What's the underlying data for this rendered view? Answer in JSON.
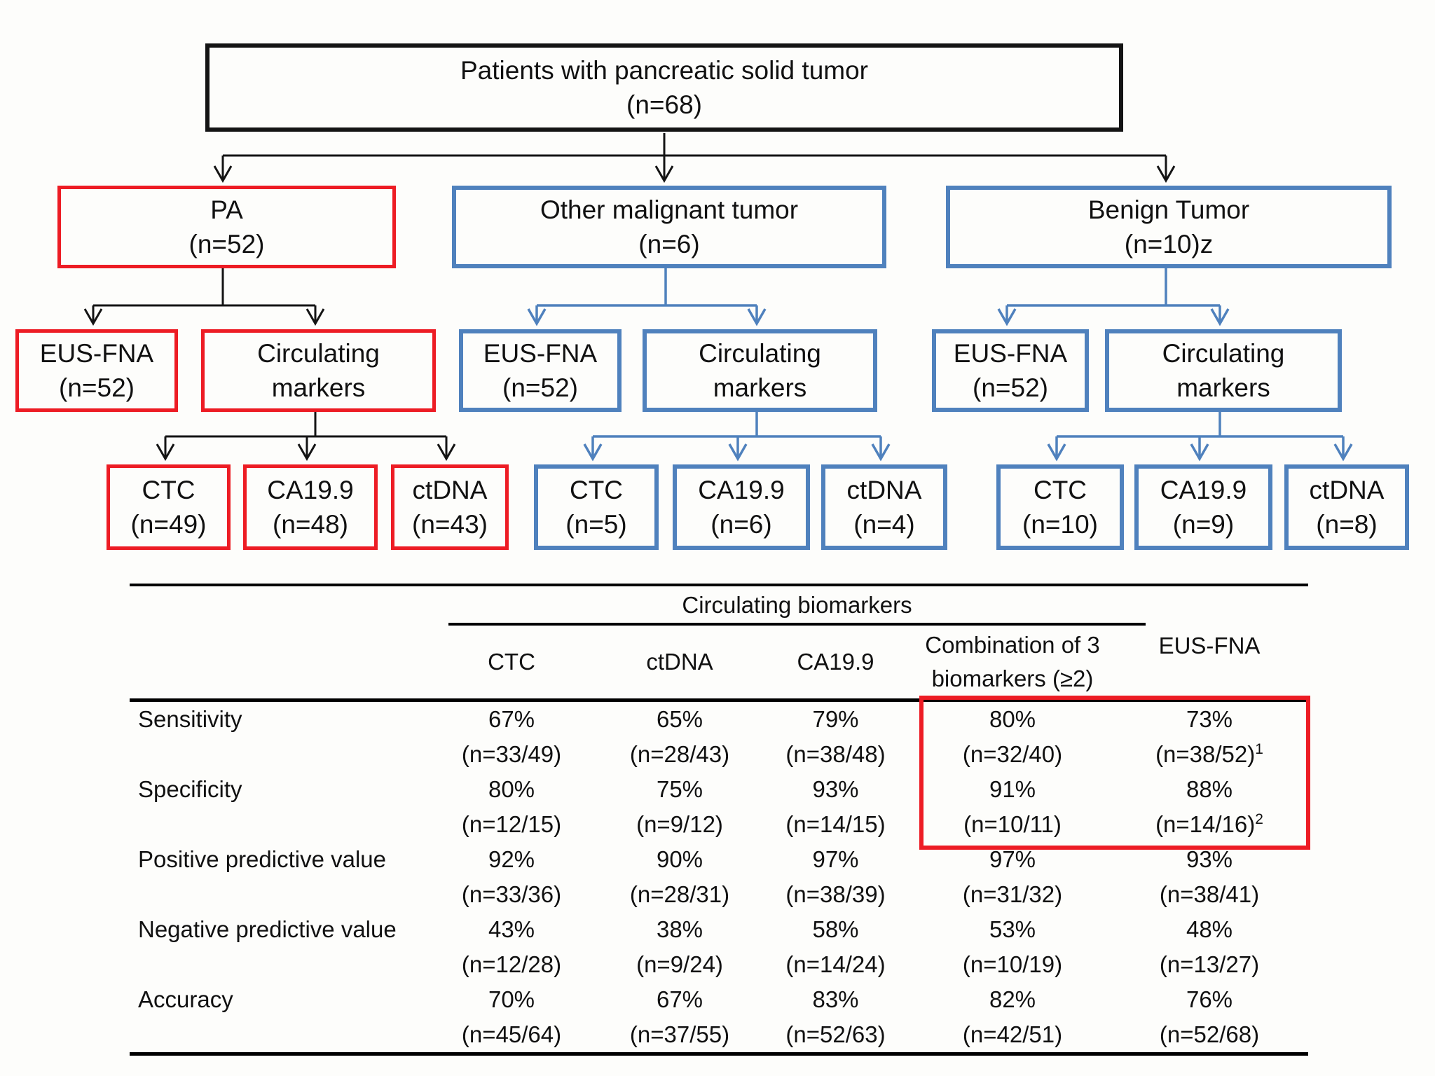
{
  "colors": {
    "red": "#ed1c24",
    "blue": "#4f81bd",
    "black": "#141414"
  },
  "flowchart": {
    "root": {
      "line1": "Patients with pancreatic solid tumor",
      "line2": "(n=68)"
    },
    "level1": [
      {
        "line1": "PA",
        "line2": "(n=52)"
      },
      {
        "line1": "Other malignant tumor",
        "line2": "(n=6)"
      },
      {
        "line1": "Benign Tumor",
        "line2": "(n=10)z"
      }
    ],
    "level2": [
      {
        "line1": "EUS-FNA",
        "line2": "(n=52)"
      },
      {
        "line1": "Circulating",
        "line2": "markers"
      },
      {
        "line1": "EUS-FNA",
        "line2": "(n=52)"
      },
      {
        "line1": "Circulating",
        "line2": "markers"
      },
      {
        "line1": "EUS-FNA",
        "line2": "(n=52)"
      },
      {
        "line1": "Circulating",
        "line2": "markers"
      }
    ],
    "level3": [
      {
        "line1": "CTC",
        "line2": "(n=49)"
      },
      {
        "line1": "CA19.9",
        "line2": "(n=48)"
      },
      {
        "line1": "ctDNA",
        "line2": "(n=43)"
      },
      {
        "line1": "CTC",
        "line2": "(n=5)"
      },
      {
        "line1": "CA19.9",
        "line2": "(n=6)"
      },
      {
        "line1": "ctDNA",
        "line2": "(n=4)"
      },
      {
        "line1": "CTC",
        "line2": "(n=10)"
      },
      {
        "line1": "CA19.9",
        "line2": "(n=9)"
      },
      {
        "line1": "ctDNA",
        "line2": "(n=8)"
      }
    ]
  },
  "table": {
    "group_header": "Circulating biomarkers",
    "col_headers": {
      "ctc": "CTC",
      "ctdna": "ctDNA",
      "ca199": "CA19.9",
      "combo_line1": "Combination of 3",
      "combo_line2": "biomarkers (≥2)",
      "eus": "EUS-FNA"
    },
    "rows": [
      {
        "label": "Sensitivity",
        "ctc": {
          "pct": "67%",
          "n": "(n=33/49)"
        },
        "ctdna": {
          "pct": "65%",
          "n": "(n=28/43)"
        },
        "ca199": {
          "pct": "79%",
          "n": "(n=38/48)"
        },
        "combo": {
          "pct": "80%",
          "n": "(n=32/40)"
        },
        "eus": {
          "pct": "73%",
          "n": "(n=38/52)",
          "sup": "1"
        }
      },
      {
        "label": "Specificity",
        "ctc": {
          "pct": "80%",
          "n": "(n=12/15)"
        },
        "ctdna": {
          "pct": "75%",
          "n": "(n=9/12)"
        },
        "ca199": {
          "pct": "93%",
          "n": "(n=14/15)"
        },
        "combo": {
          "pct": "91%",
          "n": "(n=10/11)"
        },
        "eus": {
          "pct": "88%",
          "n": "(n=14/16)",
          "sup": "2"
        }
      },
      {
        "label": "Positive predictive value",
        "ctc": {
          "pct": "92%",
          "n": "(n=33/36)"
        },
        "ctdna": {
          "pct": "90%",
          "n": "(n=28/31)"
        },
        "ca199": {
          "pct": "97%",
          "n": "(n=38/39)"
        },
        "combo": {
          "pct": "97%",
          "n": "(n=31/32)"
        },
        "eus": {
          "pct": "93%",
          "n": "(n=38/41)"
        }
      },
      {
        "label": "Negative predictive value",
        "ctc": {
          "pct": "43%",
          "n": "(n=12/28)"
        },
        "ctdna": {
          "pct": "38%",
          "n": "(n=9/24)"
        },
        "ca199": {
          "pct": "58%",
          "n": "(n=14/24)"
        },
        "combo": {
          "pct": "53%",
          "n": "(n=10/19)"
        },
        "eus": {
          "pct": "48%",
          "n": "(n=13/27)"
        }
      },
      {
        "label": "Accuracy",
        "ctc": {
          "pct": "70%",
          "n": "(n=45/64)"
        },
        "ctdna": {
          "pct": "67%",
          "n": "(n=37/55)"
        },
        "ca199": {
          "pct": "83%",
          "n": "(n=52/63)"
        },
        "combo": {
          "pct": "82%",
          "n": "(n=42/51)"
        },
        "eus": {
          "pct": "76%",
          "n": "(n=52/68)"
        }
      }
    ]
  }
}
